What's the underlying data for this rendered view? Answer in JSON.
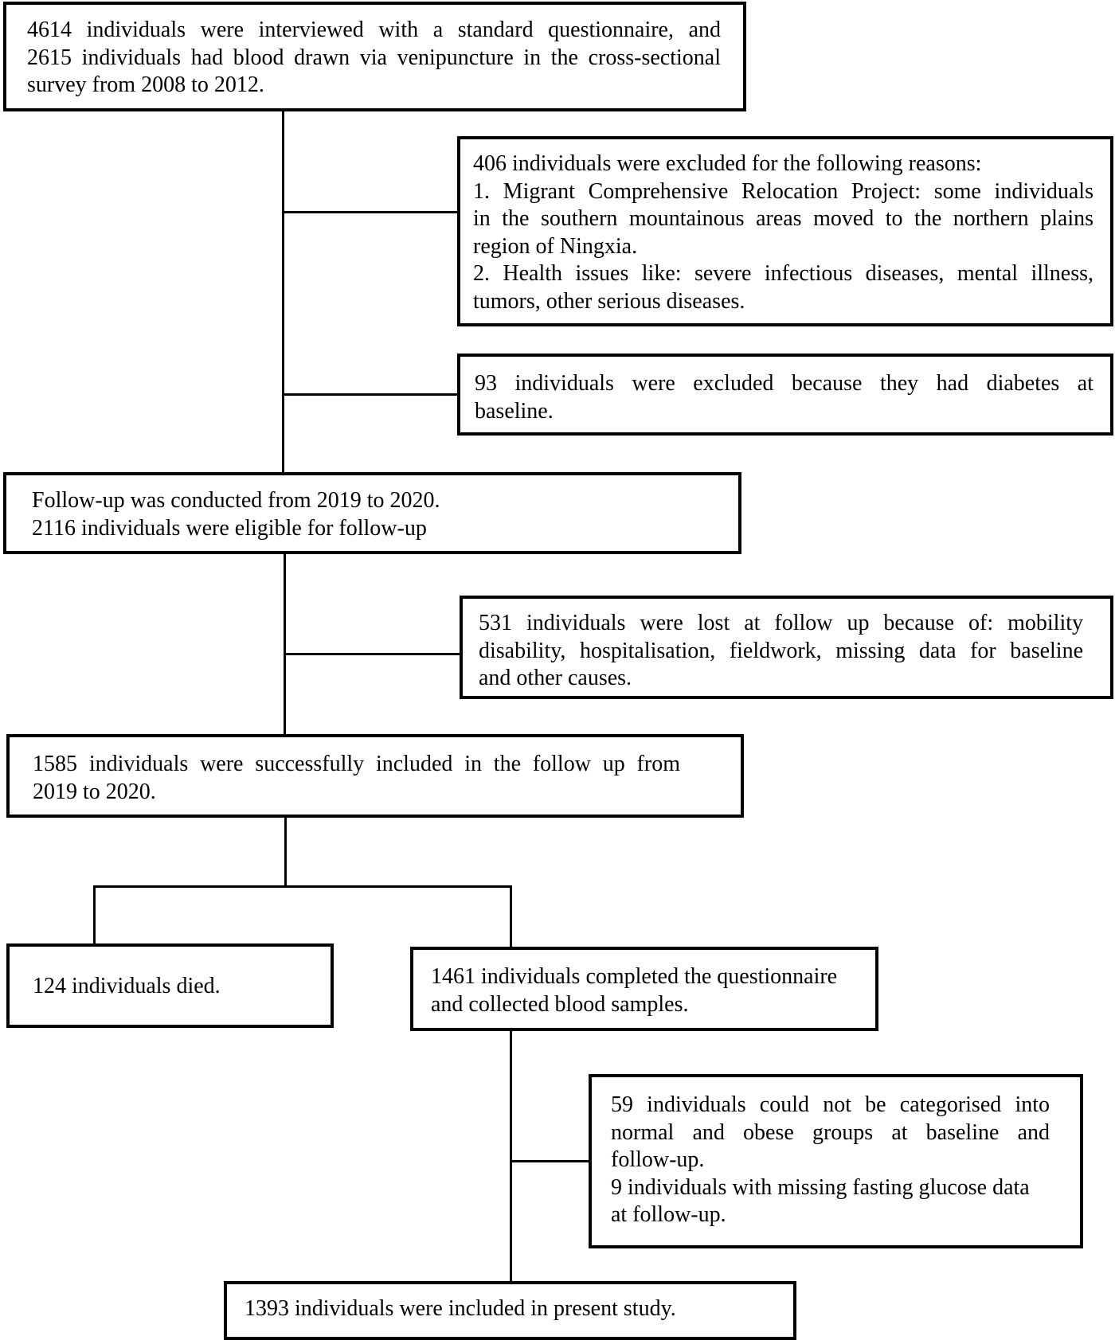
{
  "flowchart": {
    "boxes": [
      {
        "id": "b1",
        "name": "box-initial-survey",
        "lines": [
          "4614 individuals were interviewed with a standard questionnaire, and",
          "2615 individuals had blood drawn via venipuncture in the cross-sectional",
          "survey from 2008 to 2012."
        ]
      },
      {
        "id": "b2",
        "name": "box-exclusion-reasons",
        "lines": [
          "406 individuals were excluded for the following reasons:",
          "1. Migrant Comprehensive Relocation Project: some individuals",
          "in the southern mountainous areas moved to the northern plains",
          "region of Ningxia.",
          "2. Health issues like: severe infectious diseases, mental illness,",
          "tumors, other serious diseases."
        ]
      },
      {
        "id": "b3",
        "name": "box-exclusion-diabetes",
        "lines": [
          "93 individuals were excluded because they had diabetes at",
          "baseline."
        ]
      },
      {
        "id": "b4",
        "name": "box-follow-up-eligible",
        "lines": [
          "Follow-up was conducted from 2019 to 2020.",
          "2116 individuals were eligible for follow-up"
        ]
      },
      {
        "id": "b5",
        "name": "box-lost-to-follow-up",
        "lines": [
          "531 individuals were lost at follow up because of: mobility",
          "disability, hospitalisation, fieldwork, missing data for baseline",
          "and other causes."
        ]
      },
      {
        "id": "b6",
        "name": "box-successfully-included",
        "lines": [
          "1585 individuals were successfully included in the follow up from",
          "2019 to 2020."
        ]
      },
      {
        "id": "b7",
        "name": "box-died",
        "lines": [
          "124 individuals died."
        ]
      },
      {
        "id": "b8",
        "name": "box-completed-questionnaire",
        "lines": [
          "1461 individuals completed the questionnaire",
          "and collected blood samples."
        ]
      },
      {
        "id": "b9",
        "name": "box-not-categorised",
        "lines": [
          "59 individuals could not be categorised into",
          "normal and obese groups at baseline and",
          "follow-up.",
          "9 individuals with missing fasting glucose data",
          "at follow-up."
        ]
      },
      {
        "id": "b10",
        "name": "box-final-study",
        "lines": [
          "1393 individuals were included in present study."
        ]
      }
    ]
  }
}
